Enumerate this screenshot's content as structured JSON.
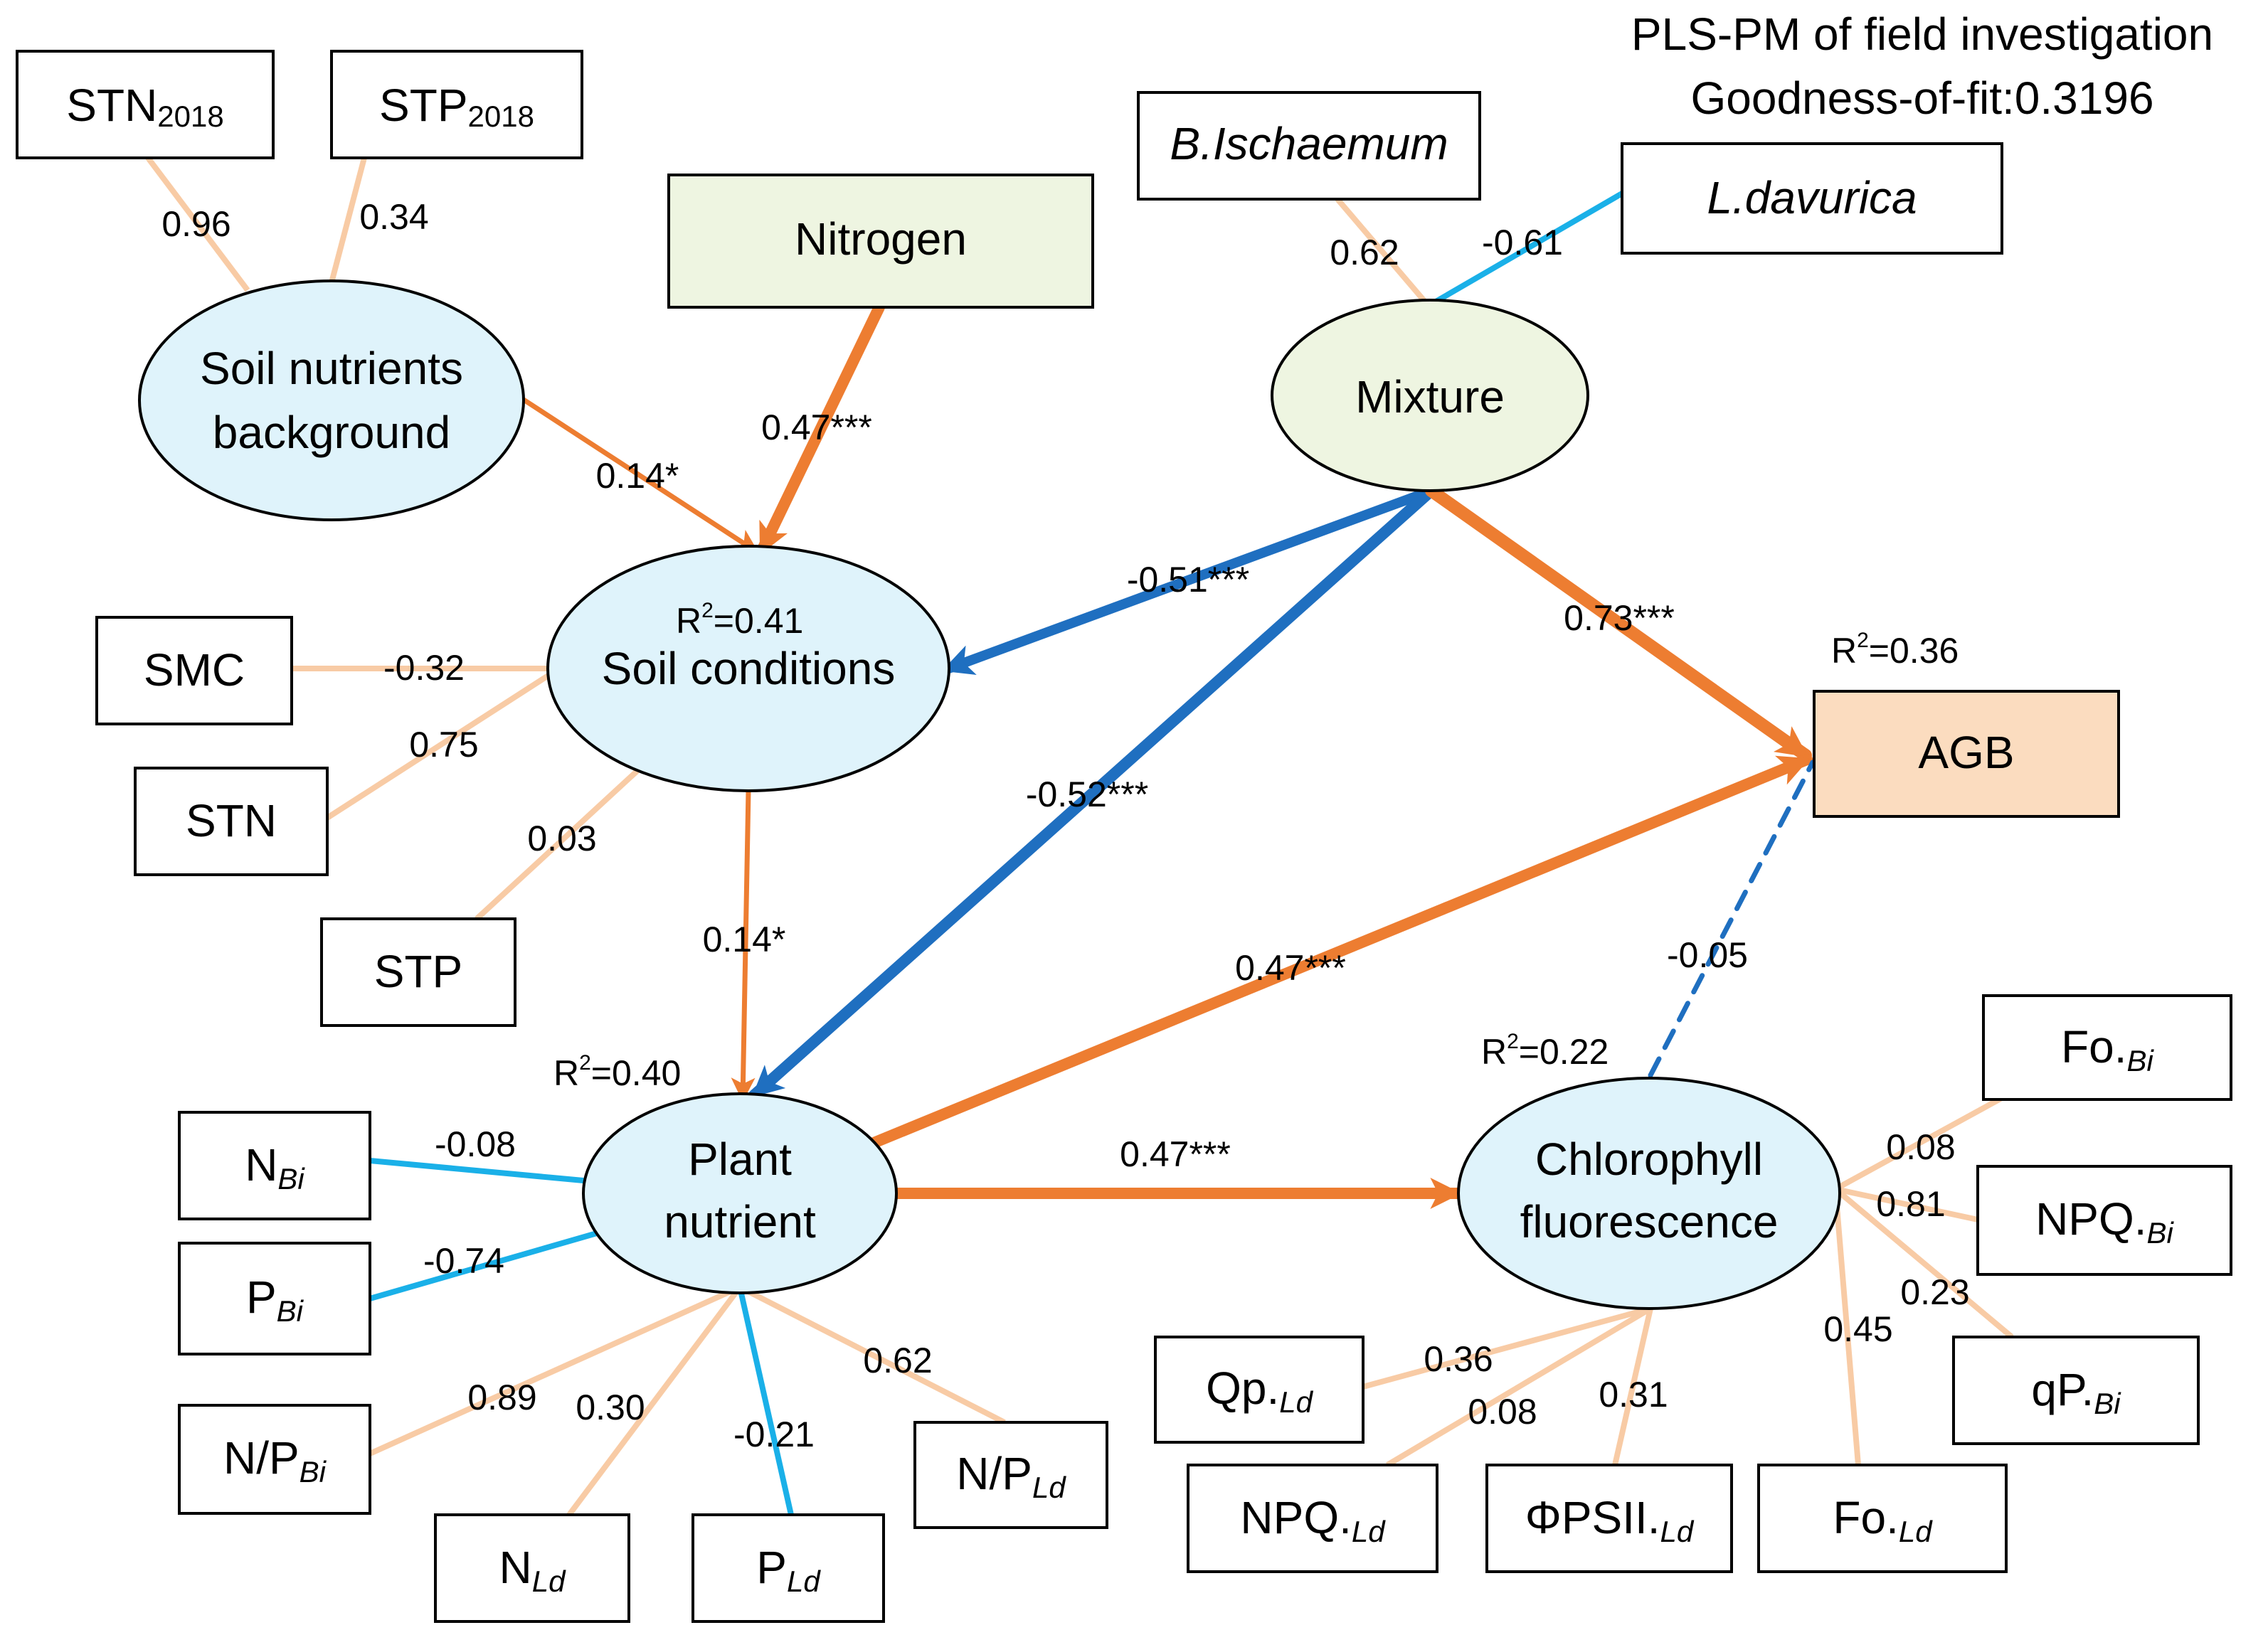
{
  "title": {
    "line1": "PLS-PM of field investigation",
    "line2": "Goodness-of-fit:0.3196"
  },
  "colors": {
    "positive_path": "#ed7d31",
    "negative_path": "#1f6fc0",
    "positive_loading": "#f8cba5",
    "negative_loading": "#1ab0e8",
    "latent_fill": "#dff3fb",
    "mixture_fill": "#eef5e1",
    "nitrogen_fill": "#eef5e1",
    "agb_fill": "#fbdcbf"
  },
  "latent": {
    "soil_nutrients_background": {
      "line1": "Soil nutrients",
      "line2": "background"
    },
    "soil_conditions": {
      "label": "Soil conditions",
      "r2": "=0.41"
    },
    "mixture": {
      "label": "Mixture"
    },
    "plant_nutrient": {
      "line1": "Plant",
      "line2": "nutrient",
      "r2": "=0.40"
    },
    "chlorophyll_fluorescence": {
      "line1": "Chlorophyll",
      "line2": "fluorescence",
      "r2": "=0.22"
    }
  },
  "r2_prefix": "R",
  "r2_sup": "2",
  "agb": {
    "label": "AGB",
    "r2": "=0.36"
  },
  "nitrogen": {
    "label": "Nitrogen"
  },
  "indicators": {
    "stn2018": {
      "main": "STN",
      "sub": "2018"
    },
    "stp2018": {
      "main": "STP",
      "sub": "2018"
    },
    "b_ischaemum": "B.Ischaemum",
    "l_davurica": "L.davurica",
    "smc": "SMC",
    "stn": "STN",
    "stp": "STP",
    "n_bi": {
      "main": "N",
      "sub": "Bi"
    },
    "p_bi": {
      "main": "P",
      "sub": "Bi"
    },
    "np_bi": {
      "main": "N/P",
      "sub": "Bi"
    },
    "n_ld": {
      "main": "N",
      "sub": "Ld"
    },
    "p_ld": {
      "main": "P",
      "sub": "Ld"
    },
    "np_ld": {
      "main": "N/P",
      "sub": "Ld"
    },
    "fo_bi": {
      "main": "Fo.",
      "sub": "Bi"
    },
    "npq_bi": {
      "main": "NPQ.",
      "sub": "Bi"
    },
    "qp_bi": {
      "main": "qP.",
      "sub": "Bi"
    },
    "fo_ld": {
      "main": "Fo.",
      "sub": "Ld"
    },
    "qp_ld": {
      "main": "Qp.",
      "sub": "Ld"
    },
    "npq_ld": {
      "main": "NPQ.",
      "sub": "Ld"
    },
    "phipsii_ld": {
      "main": "ΦPSII.",
      "sub": "Ld"
    }
  },
  "loadings": {
    "stn2018": "0.96",
    "stp2018": "0.34",
    "b_ischaemum": "0.62",
    "l_davurica": "-0.61",
    "smc": "-0.32",
    "stn": "0.75",
    "stp": "0.03",
    "n_bi": "-0.08",
    "p_bi": "-0.74",
    "np_bi": "0.89",
    "n_ld": "0.30",
    "p_ld": "-0.21",
    "np_ld": "0.62",
    "fo_bi": "0.08",
    "npq_bi": "0.81",
    "qp_bi": "0.23",
    "fo_ld": "0.45",
    "qp_ld": "0.36",
    "npq_ld": "0.08",
    "phipsii_ld": "0.31"
  },
  "paths": {
    "snb_to_soil": "0.14*",
    "nitrogen_to_soil": "0.47***",
    "mixture_to_soil": "-0.51***",
    "mixture_to_agb": "0.73***",
    "mixture_to_plant": "-0.52***",
    "soil_to_plant": "0.14*",
    "plant_to_agb": "0.47***",
    "plant_to_chl": "0.47***",
    "chl_to_agb": "-0.05"
  }
}
